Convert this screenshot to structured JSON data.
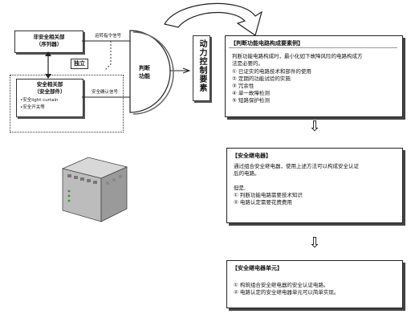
{
  "left": {
    "non_safety_title": "非安全相关部",
    "non_safety_sub": "（序列器）",
    "safety_title": "安全相关部",
    "safety_sub": "（安全部件）",
    "bullets": [
      "•安全light curtain",
      "•安全开关等"
    ],
    "independent": "独立",
    "stop_signal": "运转指令信号",
    "confirm_signal": "安全确认信号",
    "judge": "判断\n功能",
    "power": "动力控制要素"
  },
  "box1": {
    "title": "【判断功能电路构成要素例】",
    "intro": [
      "判断功能电路构成时，最小化如下故障风险的电路构成方",
      "法是必要的。"
    ],
    "items": [
      "① 已证实的电路技术和部件的使用",
      "② 定期的功能试验的实施",
      "③ 冗余性",
      "④ 单一故障检测",
      "⑤ 短路保护检测"
    ]
  },
  "box2": {
    "title": "【安全继电器】",
    "lines": [
      "通过组合安全继电器，使用上述方法可以构成安全认证",
      "后的电路。",
      "",
      "但是,",
      "① 判断功能电路需要技术知识",
      "② 电路认定需要花费费用"
    ]
  },
  "box3": {
    "title": "【安全继电器单元】",
    "lines": [
      "① 构筑组合安全继电器的安全认证电路。",
      "② 电路认定的安全继电器单元可以简单实现。"
    ]
  },
  "arrow_glyph": "⇩"
}
